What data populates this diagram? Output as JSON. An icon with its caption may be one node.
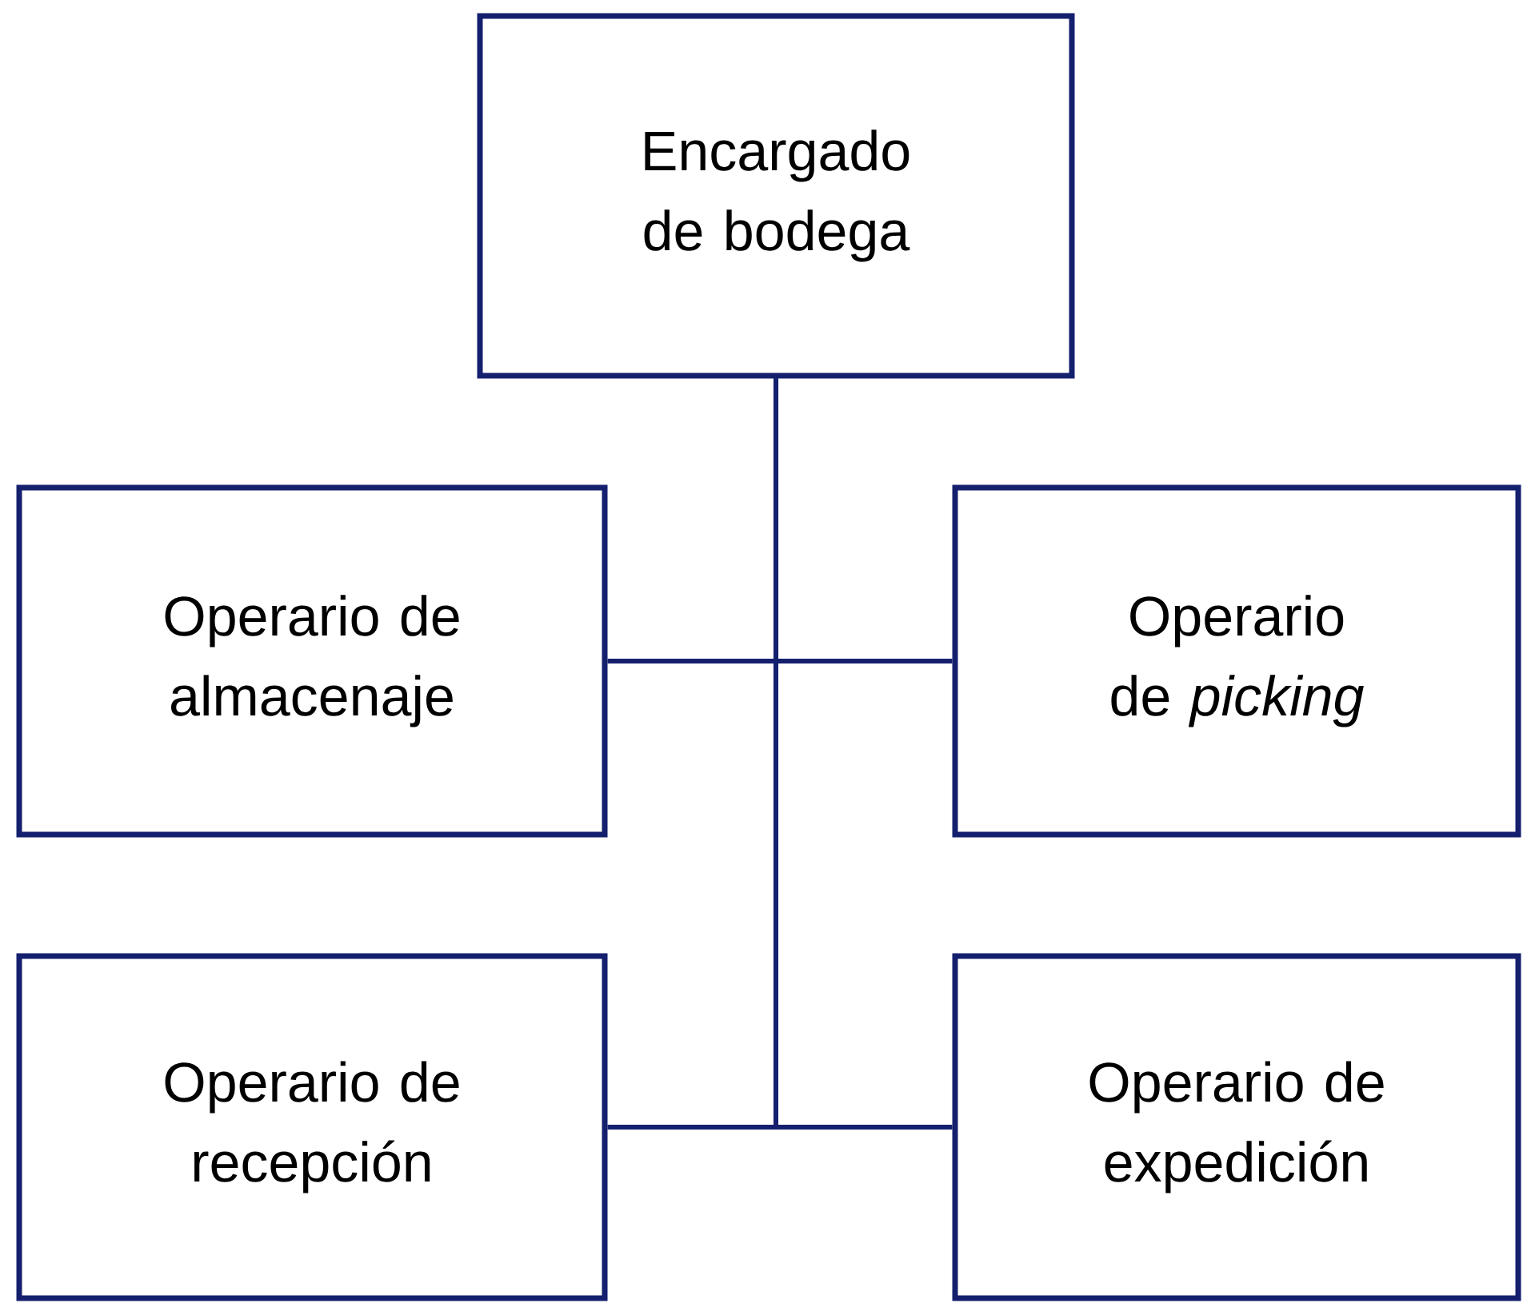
{
  "diagram": {
    "nodes": [
      {
        "text": [
          "Encargado de bodega"
        ]
      },
      {
        "text": [
          "Operario de almacenaje"
        ]
      },
      {
        "text": [
          "Operario de *picking*"
        ]
      },
      {
        "text": [
          "Operario de recepción"
        ]
      },
      {
        "text": [
          "Operario de expedición"
        ]
      }
    ],
    "edges": [
      {
        "from": 0,
        "to": 1,
        "arrow": "none"
      },
      {
        "from": 0,
        "to": 2,
        "arrow": "none"
      },
      {
        "from": 0,
        "to": 3,
        "arrow": "none"
      },
      {
        "from": 0,
        "to": 4,
        "arrow": "none"
      }
    ]
  }
}
